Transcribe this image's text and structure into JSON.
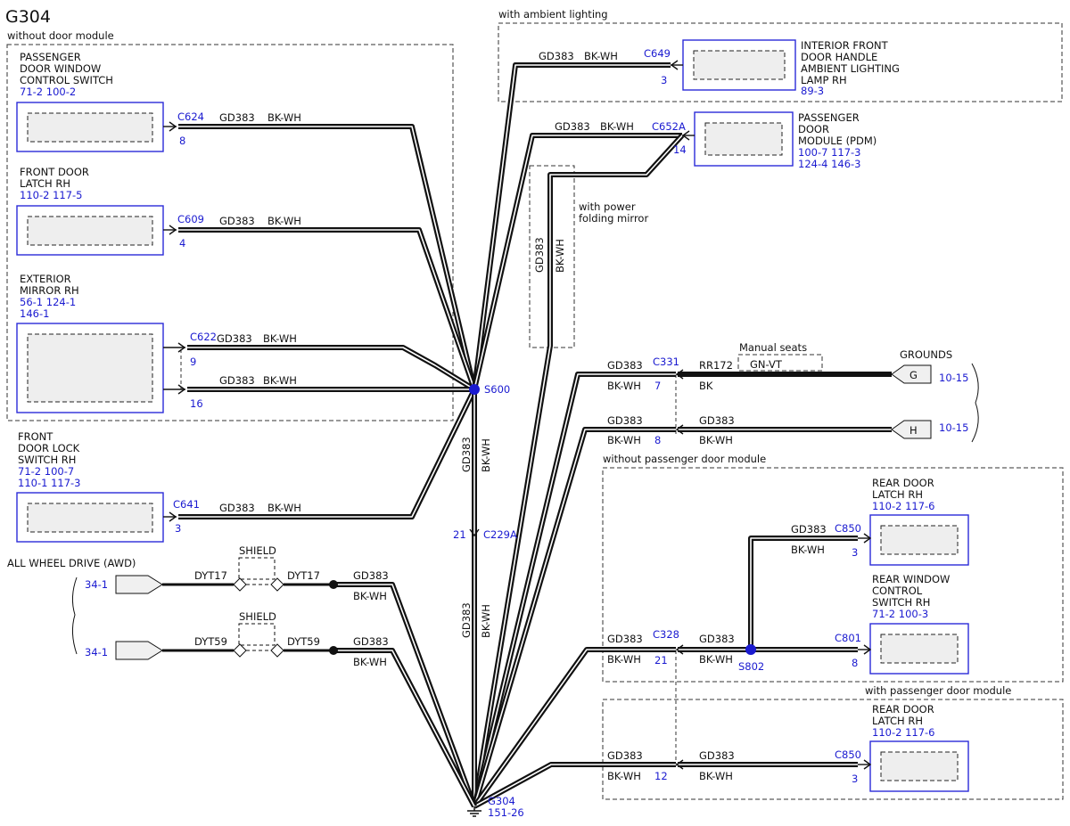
{
  "title": "G304",
  "regions": {
    "without_door_module": "without door module",
    "with_ambient_lighting": "with ambient lighting",
    "with_power_folding_mirror": [
      "with power",
      "folding mirror"
    ],
    "without_passenger_door_module": "without passenger door module",
    "with_passenger_door_module": "with passenger door module",
    "manual_seats": "Manual seats",
    "all_wheel_drive": "ALL WHEEL DRIVE (AWD)",
    "grounds": "GROUNDS"
  },
  "wire": {
    "circuit": "GD383",
    "color": "BK-WH"
  },
  "components": {
    "pdwcs": {
      "name": [
        "PASSENGER",
        "DOOR WINDOW",
        "CONTROL SWITCH"
      ],
      "refs": [
        "71-2   100-2"
      ],
      "connector": "C624",
      "pin": "8"
    },
    "latch_front": {
      "name": [
        "FRONT DOOR",
        "LATCH RH"
      ],
      "refs": [
        "110-2   117-5"
      ],
      "connector": "C609",
      "pin": "4"
    },
    "mirror": {
      "name": [
        "EXTERIOR",
        "MIRROR RH"
      ],
      "refs": [
        "56-1    124-1",
        "146-1"
      ],
      "connector": "C622",
      "pin_a": "9",
      "pin_b": "16"
    },
    "doorlock": {
      "name": [
        "FRONT",
        "DOOR LOCK",
        "SWITCH RH"
      ],
      "refs": [
        "71-2    100-7",
        "110-1   117-3"
      ],
      "connector": "C641",
      "pin": "3"
    },
    "ambient": {
      "name": [
        "INTERIOR FRONT",
        "DOOR HANDLE",
        "AMBIENT LIGHTING",
        "LAMP RH"
      ],
      "refs": [
        "89-3"
      ],
      "connector": "C649",
      "pin": "3"
    },
    "pdm": {
      "name": [
        "PASSENGER",
        "DOOR",
        "MODULE (PDM)"
      ],
      "refs": [
        "100-7   117-3",
        "124-4   146-3"
      ],
      "connector": "C652A",
      "pin": "14"
    },
    "rear_latch_a": {
      "name": [
        "REAR DOOR",
        "LATCH RH"
      ],
      "refs": [
        "110-2   117-6"
      ],
      "connector": "C850",
      "pin": "3"
    },
    "rear_window": {
      "name": [
        "REAR WINDOW",
        "CONTROL",
        "SWITCH RH"
      ],
      "refs": [
        "71-2    100-3"
      ],
      "connector": "C801",
      "pin": "8"
    },
    "rear_latch_b": {
      "name": [
        "REAR DOOR",
        "LATCH RH"
      ],
      "refs": [
        "110-2   117-6"
      ],
      "connector": "C850",
      "pin": "3"
    }
  },
  "splices": {
    "s600": "S600",
    "s802": "S802"
  },
  "inline": {
    "c229a": {
      "connector": "C229A",
      "pin": "21"
    },
    "c331": {
      "connector": "C331",
      "pin": "7",
      "circuit": "RR172",
      "color": "BK",
      "alt_color": "GN-VT"
    },
    "c331_8": {
      "pin": "8"
    },
    "c328": {
      "connector": "C328",
      "pin": "21"
    },
    "g304_12": {
      "pin": "12"
    }
  },
  "grounds": {
    "g": {
      "letter": "G",
      "ref": "10-15"
    },
    "h": {
      "letter": "H",
      "ref": "10-15"
    },
    "g304": {
      "label": "G304",
      "ref": "151-26"
    }
  },
  "awd": {
    "shield": "SHIELD",
    "line1": {
      "ref": "34-1",
      "circuit": "DYT17"
    },
    "line2": {
      "ref": "34-1",
      "circuit": "DYT59"
    }
  },
  "colors": {
    "blue": "#1a1ad0",
    "wire": "#111111",
    "box_border": "#2b2bd8",
    "splice": "#1a1ad0"
  }
}
